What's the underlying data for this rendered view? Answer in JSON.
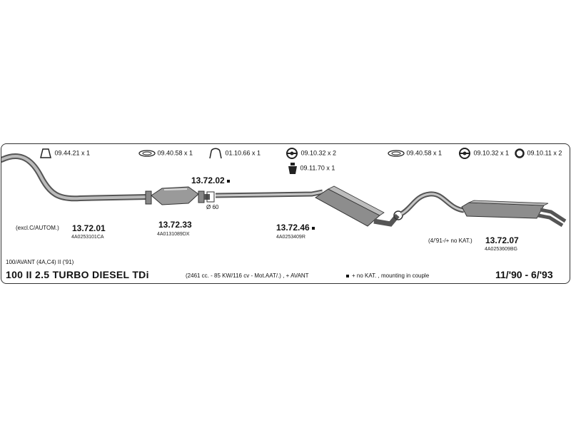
{
  "fittings": [
    {
      "icon": "ring-clamp-icon",
      "label": "09.44.21 x 1"
    },
    {
      "icon": "flat-gasket-icon",
      "label": "09.40.58 x 1"
    },
    {
      "icon": "u-clamp-icon",
      "label": "01.10.66 x 1"
    },
    {
      "icon": "rubber-hanger-icon",
      "label": "09.10.32 x 2"
    },
    {
      "icon": "mount-bracket-icon",
      "label": "09.11.70 x 1"
    },
    {
      "icon": "flat-gasket-icon",
      "label": "09.40.58 x 1"
    },
    {
      "icon": "rubber-hanger-icon",
      "label": "09.10.32 x 1"
    },
    {
      "icon": "rubber-ring-icon",
      "label": "09.10.11 x 2"
    }
  ],
  "parts": [
    {
      "number": "13.72.01",
      "oem": "4A0253101CA",
      "note": "(excl.C/AUTOM.)"
    },
    {
      "number": "13.72.33",
      "oem": "4A0131089DX"
    },
    {
      "number": "13.72.02",
      "marked": true,
      "note": "Ø 60"
    },
    {
      "number": "13.72.46",
      "oem": "4A0253409R",
      "marked": true
    },
    {
      "number": "13.72.07",
      "oem": "4A0253609BG",
      "note": "(4/'91-/+ no KAT.)"
    }
  ],
  "vehicle": {
    "model_line": "100/AVANT (4A,C4) II ('91)",
    "title": "100  II  2.5 TURBO DIESEL TDi",
    "specs": "(2461 cc. - 85 KW/116 cv - Mot.AAT/.) , + AVANT",
    "legend_note": "+ no KAT. , mounting in couple",
    "period": "11/'90 - 6/'93"
  }
}
